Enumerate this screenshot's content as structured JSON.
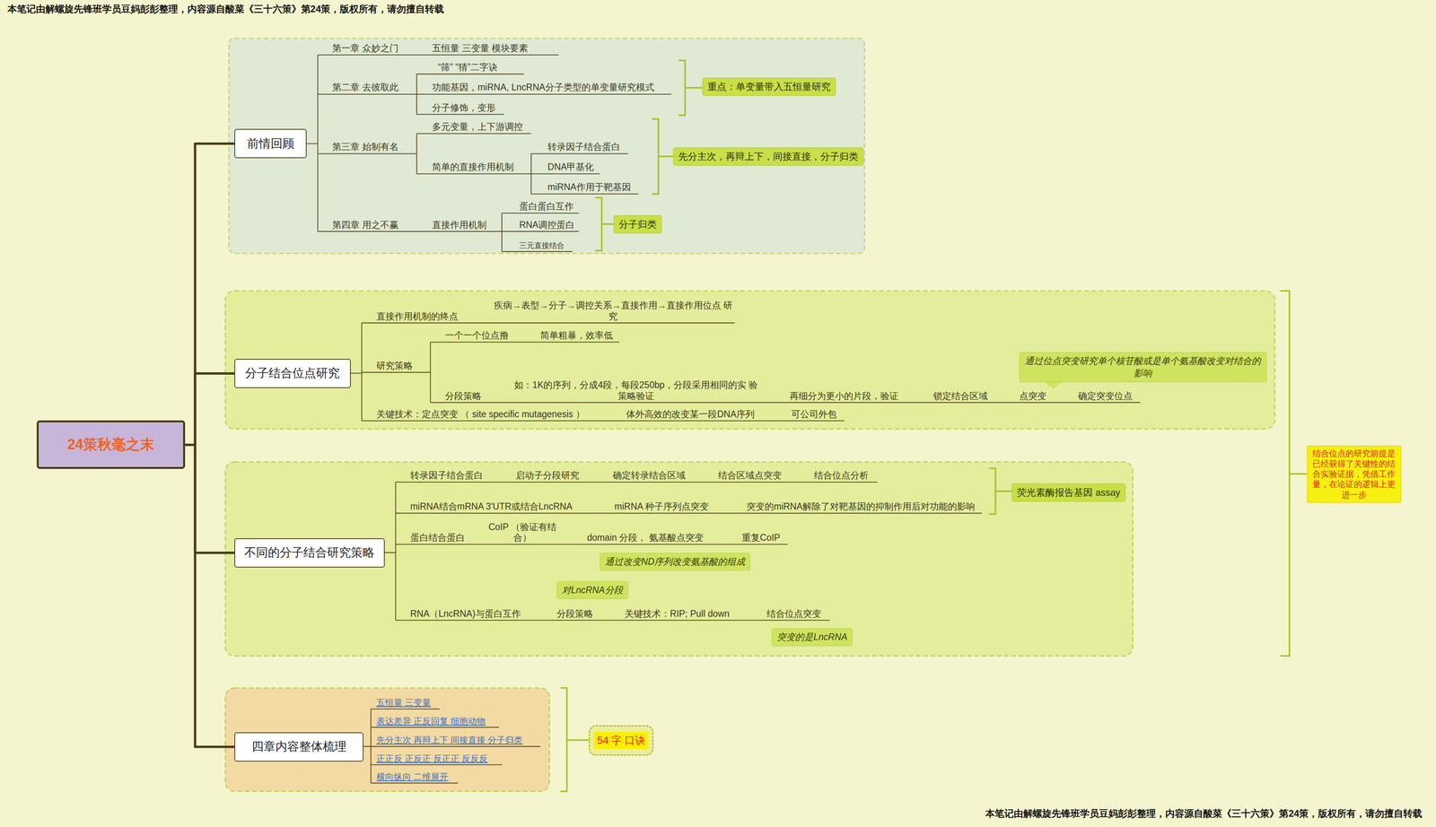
{
  "diagram": {
    "nodes": [
      {
        "text": [
          "24策秋毫之末"
        ]
      },
      {
        "text": [
          "前情回顾"
        ]
      },
      {
        "text": [
          "重点：单变量带入五恒量研究"
        ]
      },
      {
        "text": [
          "先分主次，再辩上下，间接直接，分子归类"
        ]
      },
      {
        "text": [
          "分子归类"
        ]
      },
      {
        "text": [
          "分子结合位点研究"
        ]
      },
      {
        "text": [
          "通过位点突变研究单个核苷酸或是单个氨基酸改变对结合的影响"
        ]
      },
      {
        "text": [
          "不同的分子结合研究策略"
        ]
      },
      {
        "text": [
          "荧光素酶报告基因 assay"
        ]
      },
      {
        "text": [
          "通过改变ND序列改变氨基酸的组成"
        ]
      },
      {
        "text": [
          "对LncRNA分段"
        ]
      },
      {
        "text": [
          "突变的是LncRNA"
        ]
      },
      {
        "text": [
          "结合位点的研究前提是已经获得了关键性的结合实验证据，凭借工作量，在论证的逻辑上更进一步"
        ]
      },
      {
        "text": [
          "四章内容整体梳理"
        ]
      },
      {
        "text": [
          "54 字 口诀"
        ]
      }
    ],
    "edges": [
      {
        "from": 0,
        "to": 1,
        "arrow": "none"
      },
      {
        "from": 0,
        "to": 5,
        "arrow": "none"
      },
      {
        "from": 0,
        "to": 7,
        "arrow": "none"
      },
      {
        "from": 0,
        "to": 13,
        "arrow": "none"
      }
    ],
    "labels": [
      "本笔记由解螺旋先锋班学员豆妈彭彭整理，内容源自酸菜《三十六策》第24策，版权所有，请勿擅自转载",
      "第一章 众妙之门",
      "五恒量 三变量 模块要素",
      "第二章 去彼取此",
      "“筛” “猜”二字诀",
      "功能基因，miRNA, LncRNA分子类型的单变量研究模式",
      "分子修饰，变形",
      "第三章 始制有名",
      "多元变量，上下游调控",
      "简单的直接作用机制",
      "转录因子结合蛋白",
      "DNA甲基化",
      "miRNA作用于靶基因",
      "第四章 用之不赢",
      "直接作用机制",
      "蛋白蛋白互作",
      "RNA调控蛋白",
      "三元直接结合",
      "直接作用机制的终点",
      "疾病→表型→分子→调控关系→直接作用→直接作用位点 研究",
      "研究策略",
      "一个一个位点撸",
      "简单粗暴，效率低",
      "分段策略",
      "如：1K的序列，分成4段，每段250bp，分段采用相同的实 验策略验证",
      "再细分为更小的片段，验证",
      "锁定结合区域",
      "点突变",
      "确定突变位点",
      "关键技术：定点突变 （ site specific mutagenesis ）",
      "体外高效的改变某一段DNA序列",
      "可公司外包",
      "转录因子结合蛋白",
      "启动子分段研究",
      "确定转录结合区域",
      "结合区域点突变",
      "结合位点分析",
      "miRNA结合mRNA 3'UTR或结合LncRNA",
      "miRNA 种子序列点突变",
      "突变的miRNA解除了对靶基因的抑制作用后对功能的影响",
      "蛋白结合蛋白",
      "CoIP （验证有结合）",
      "domain 分段， 氨基酸点突变",
      "重复CoIP",
      "RNA（LncRNA)与蛋白互作",
      "分段策略",
      "关键技术：RIP; Pull down",
      "结合位点突变",
      "五恒量 三变量",
      "表达差异 正反回复 细胞动物",
      "先分主次 再辩上下 间接直接 分子归类",
      "正正反 正反正 反正正 反反反",
      "横向纵向 二维展开",
      "本笔记由解螺旋先锋班学员豆妈彭彭整理，内容源自酸菜《三十六策》第24策，版权所有，请勿擅自转载"
    ]
  }
}
